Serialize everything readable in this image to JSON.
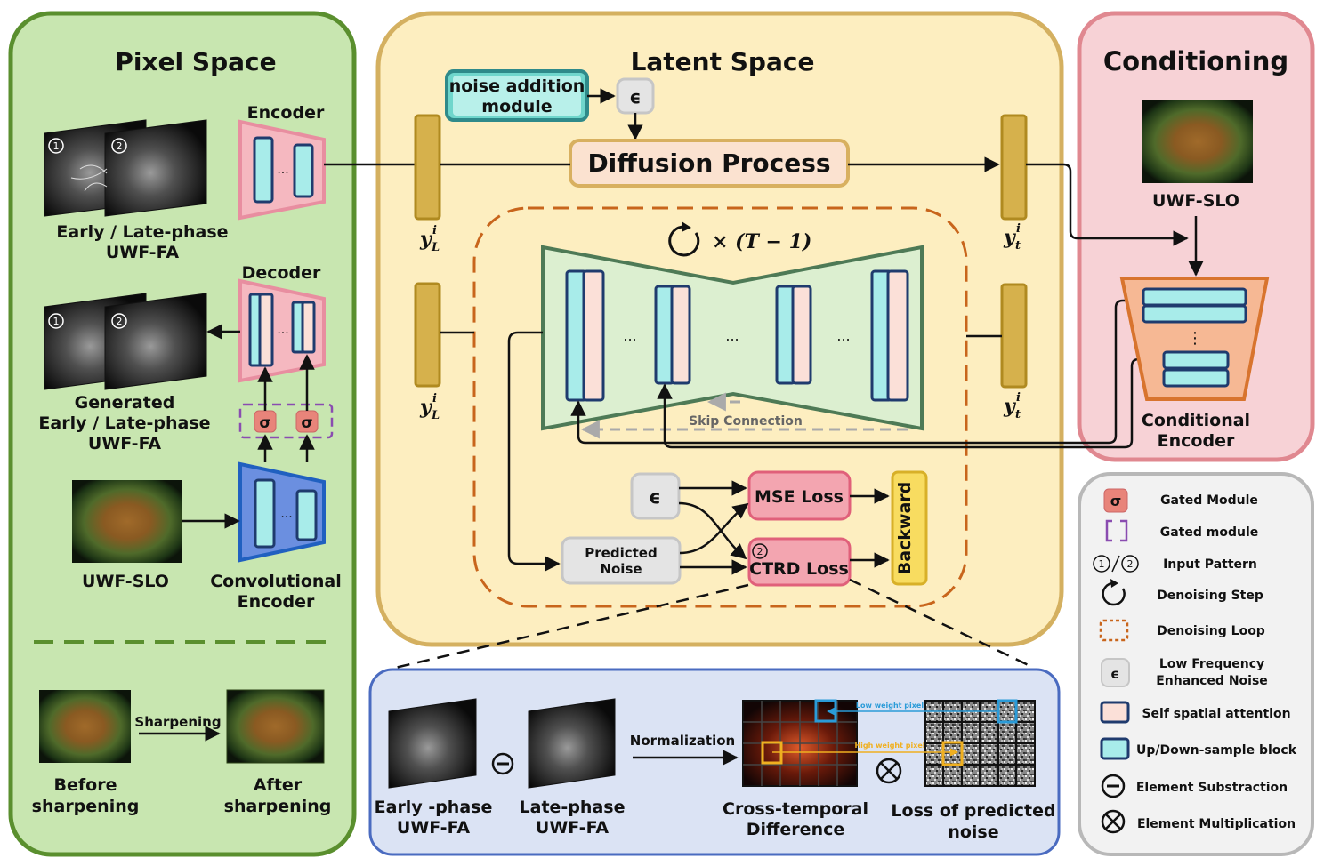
{
  "panels": {
    "pixel": {
      "title": "Pixel Space"
    },
    "latent": {
      "title": "Latent Space"
    },
    "conditioning": {
      "title": "Conditioning"
    }
  },
  "pixel_space": {
    "encoder_label": "Encoder",
    "decoder_label": "Decoder",
    "input_caption_1": "Early / Late-phase",
    "input_caption_2": "UWF-FA",
    "generated_caption_1": "Generated",
    "generated_caption_2": "Early / Late-phase",
    "generated_caption_3": "UWF-FA",
    "slo_caption": "UWF-SLO",
    "conv_encoder_1": "Convolutional",
    "conv_encoder_2": "Encoder",
    "sharpening_label": "Sharpening",
    "before_1": "Before",
    "before_2": "sharpening",
    "after_1": "After",
    "after_2": "sharpening",
    "gate_symbol": "σ",
    "ellipsis": "...",
    "pattern_1": "1",
    "pattern_2": "2"
  },
  "latent_space": {
    "noise_module_1": "noise addition",
    "noise_module_2": "module",
    "epsilon": "ϵ",
    "diffusion": "Diffusion Process",
    "y_base": "y",
    "y_L_sub": "L",
    "y_t_sub": "t",
    "y_sup": "i",
    "loop_label": "× (T − 1)",
    "skip_connection": "Skip Connection",
    "predicted_1": "Predicted",
    "predicted_2": "Noise",
    "mse_loss": "MSE Loss",
    "ctrd_loss": "CTRD Loss",
    "ctrd_mark": "2",
    "backward": "Backward",
    "ellipsis": "..."
  },
  "conditioning": {
    "slo_caption": "UWF-SLO",
    "encoder_1": "Conditional",
    "encoder_2": "Encoder",
    "vdots": "⋮"
  },
  "ctrd_detail": {
    "early_1": "Early -phase",
    "early_2": "UWF-FA",
    "late_1": "Late-phase",
    "late_2": "UWF-FA",
    "normalization": "Normalization",
    "low_weight": "Low weight pixel",
    "high_weight": "High weight pixel",
    "cross_1": "Cross-temporal",
    "cross_2": "Difference",
    "loss_1": "Loss of predicted",
    "loss_2": "noise"
  },
  "legend": {
    "items": [
      {
        "label": "Gated Module",
        "icon": "gate-sigma-icon"
      },
      {
        "label": "Gated module",
        "icon": "gate-bracket-icon"
      },
      {
        "label": "Input Pattern",
        "icon": "input-pattern-icon"
      },
      {
        "label": "Denoising Step",
        "icon": "loop-arrow-icon"
      },
      {
        "label": "Denoising Loop",
        "icon": "dashed-box-icon"
      },
      {
        "label": "Low Frequency",
        "label2": "Enhanced Noise",
        "icon": "epsilon-icon"
      },
      {
        "label": "Self spatial attention",
        "icon": "pink-block-icon"
      },
      {
        "label": "Up/Down-sample block",
        "icon": "cyan-block-icon"
      },
      {
        "label": "Element Substraction",
        "icon": "minus-circle-icon"
      },
      {
        "label": "Element Multiplication",
        "icon": "times-circle-icon"
      }
    ]
  },
  "colors": {
    "pixel_bg": "#c8e6b0",
    "pixel_border": "#5a8f2e",
    "latent_bg": "#fdeec0",
    "latent_border": "#d4b060",
    "cond_bg": "#f7d2d6",
    "cond_border": "#e08890",
    "legend_bg": "#f2f2f2",
    "legend_border": "#b8b8b8",
    "detail_bg": "#dbe3f4",
    "detail_border": "#4a6bc0",
    "block_cyan": "#a8ecea",
    "block_pink": "#fbe0d8",
    "block_border": "#1f3b6e",
    "latent_bar": "#d6b14c",
    "loss_fill": "#f3a5b0",
    "loss_border": "#e0607a",
    "backward_fill": "#f8dc60",
    "loop_dash": "#c8651c",
    "unet_fill": "#dcefd0",
    "unet_border": "#4e7a56"
  }
}
